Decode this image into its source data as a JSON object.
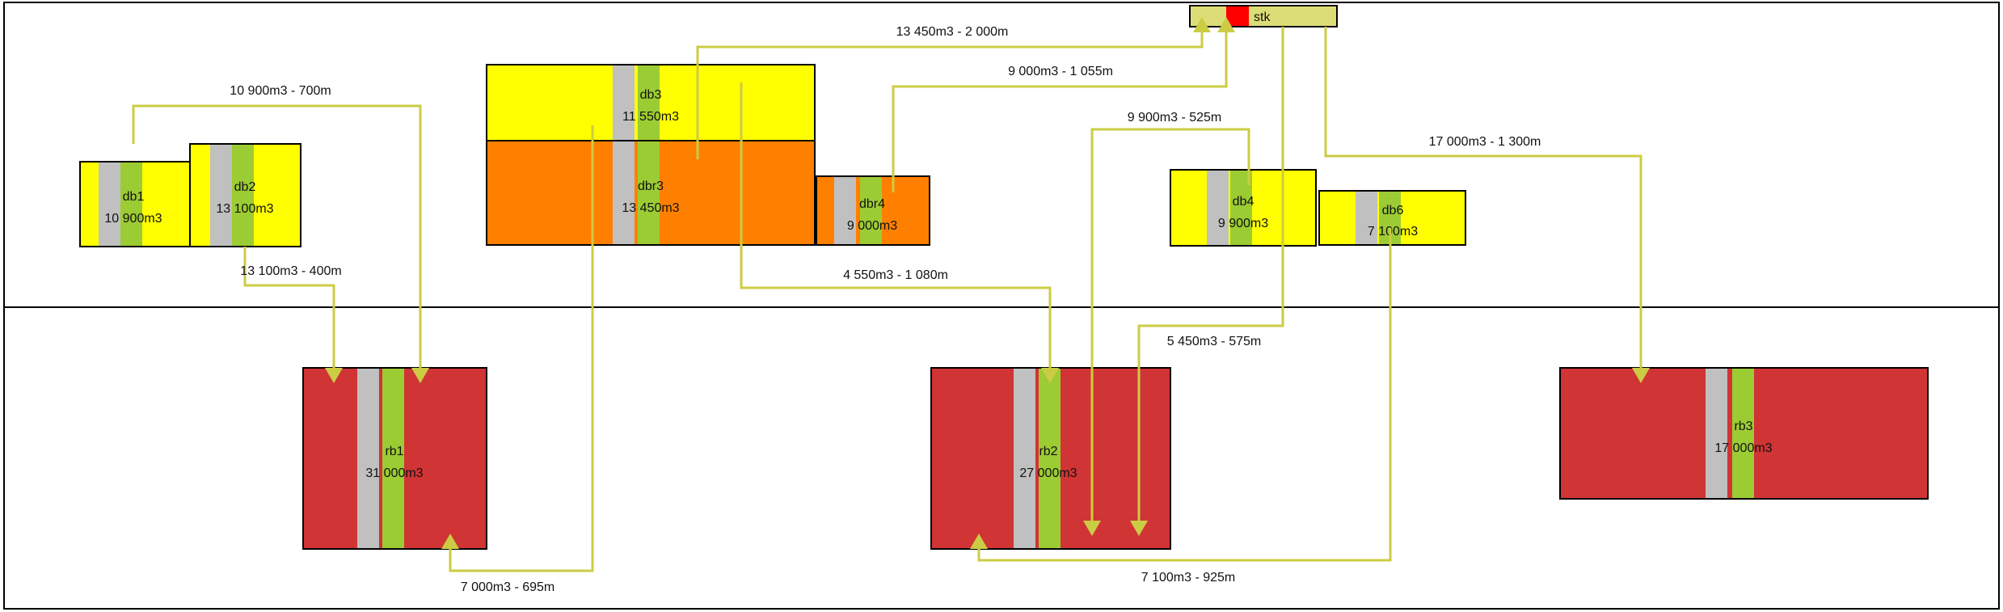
{
  "colors": {
    "surface_block": "#ffff00",
    "surface_block_deep": "#ff8000",
    "underground_block": "#d03434",
    "grey_band": "#c0c0c0",
    "green_band": "#9ccc33",
    "flow_arrow": "#cccc44",
    "stockpile": "#dddd77",
    "stockpile_marker": "#ff0000"
  },
  "stockpile": {
    "label": "stk"
  },
  "blocks": {
    "db1": {
      "name": "db1",
      "volume": "10 900m3"
    },
    "db2": {
      "name": "db2",
      "volume": "13 100m3"
    },
    "db3": {
      "name": "db3",
      "volume": "11 550m3"
    },
    "dbr3": {
      "name": "dbr3",
      "volume": "13 450m3"
    },
    "dbr4": {
      "name": "dbr4",
      "volume": "9 000m3"
    },
    "db4": {
      "name": "db4",
      "volume": "9 900m3"
    },
    "db6": {
      "name": "db6",
      "volume": "7 100m3"
    },
    "rb1": {
      "name": "rb1",
      "volume": "31 000m3"
    },
    "rb2": {
      "name": "rb2",
      "volume": "27 000m3"
    },
    "rb3": {
      "name": "rb3",
      "volume": "17 000m3"
    }
  },
  "flows": {
    "db1_rb1": "10 900m3 - 700m",
    "db2_rb1": "13 100m3 - 400m",
    "dbr3_rb1": "7 000m3 - 695m",
    "db3_stk": "13 450m3 - 2 000m",
    "dbr4_stk": "9 000m3 - 1 055m",
    "db3_rb2": "4 550m3 - 1 080m",
    "db4_rb2": "9 900m3 - 525m",
    "stk_rb2": "5 450m3 - 575m",
    "db6_rb2": "7 100m3 - 925m",
    "stk_rb3": "17 000m3 - 1 300m"
  }
}
